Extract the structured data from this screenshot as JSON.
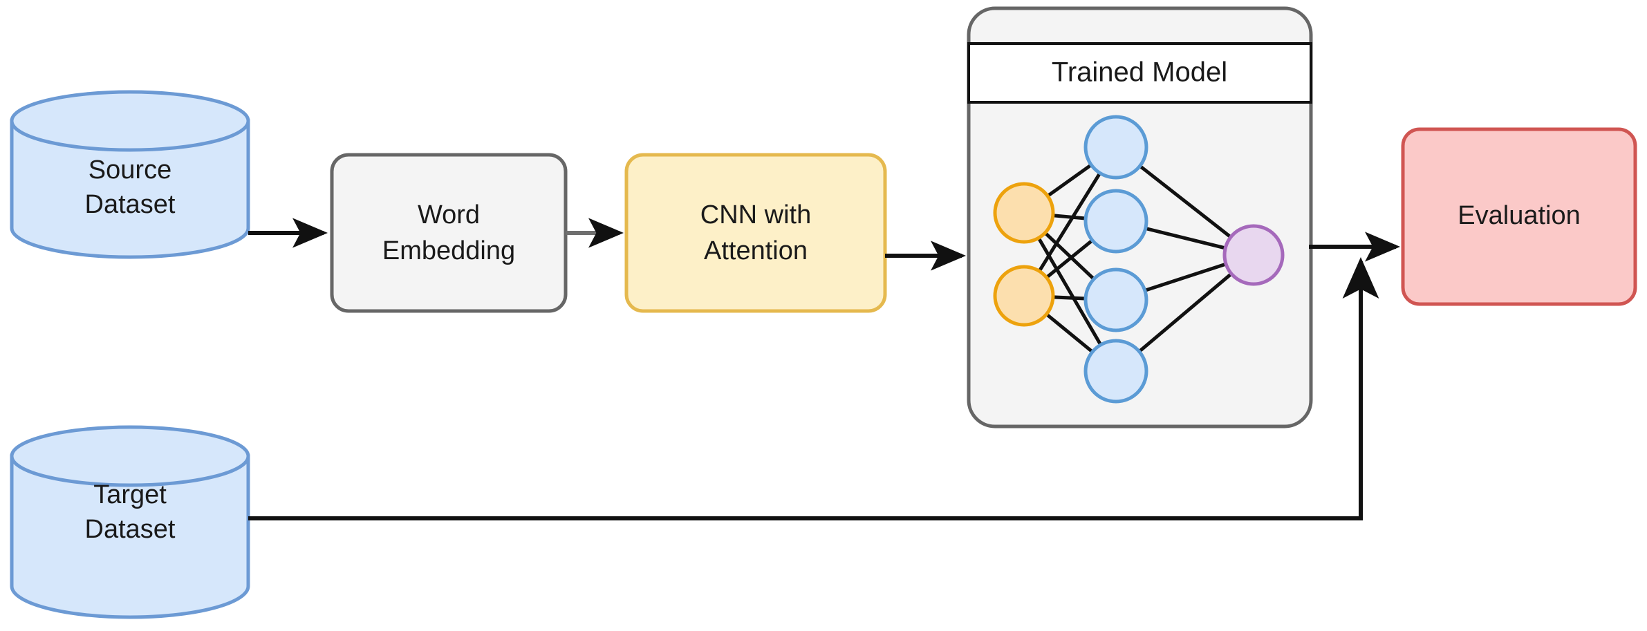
{
  "diagram": {
    "type": "pipeline-flowchart",
    "title": "",
    "background_color": "#ffffff",
    "nodes": {
      "source_dataset": {
        "label_line1": "Source",
        "label_line2": "Dataset",
        "shape": "cylinder",
        "fill": "#d6e7fb",
        "stroke": "#6c9ad4"
      },
      "target_dataset": {
        "label_line1": "Target",
        "label_line2": "Dataset",
        "shape": "cylinder",
        "fill": "#d6e7fb",
        "stroke": "#6c9ad4"
      },
      "word_embedding": {
        "label_line1": "Word",
        "label_line2": "Embedding",
        "shape": "rounded-rect",
        "fill": "#f4f4f4",
        "stroke": "#666666"
      },
      "cnn_with_attention": {
        "label_line1": "CNN with",
        "label_line2": "Attention",
        "shape": "rounded-rect",
        "fill": "#fdf0c8",
        "stroke": "#e5b94e"
      },
      "trained_model": {
        "label": "Trained Model",
        "shape": "container-rounded-rect",
        "fill": "#f4f4f4",
        "stroke": "#666666",
        "title_bar_fill": "#ffffff",
        "title_bar_stroke": "#000000"
      },
      "evaluation": {
        "label": "Evaluation",
        "shape": "rounded-rect",
        "fill": "#fbc9c8",
        "stroke": "#d05552"
      }
    },
    "neural_network": {
      "input_layer": {
        "count": 2,
        "fill": "#fcdfae",
        "stroke": "#eda20d"
      },
      "hidden_layer": {
        "count": 4,
        "fill": "#d6e7fb",
        "stroke": "#5b9bd5"
      },
      "output_layer": {
        "count": 1,
        "fill": "#e8d7ef",
        "stroke": "#a濃"
      },
      "output_fill": "#e8d7ef",
      "output_stroke": "#a569bb",
      "edge_color": "#1a1a1a"
    },
    "edges": [
      {
        "from": "source_dataset",
        "to": "word_embedding",
        "style": "arrow"
      },
      {
        "from": "word_embedding",
        "to": "cnn_with_attention",
        "style": "arrow"
      },
      {
        "from": "cnn_with_attention",
        "to": "trained_model",
        "style": "arrow"
      },
      {
        "from": "trained_model",
        "to": "evaluation",
        "style": "arrow"
      },
      {
        "from": "target_dataset",
        "to": "evaluation",
        "style": "elbow-arrow"
      }
    ]
  }
}
